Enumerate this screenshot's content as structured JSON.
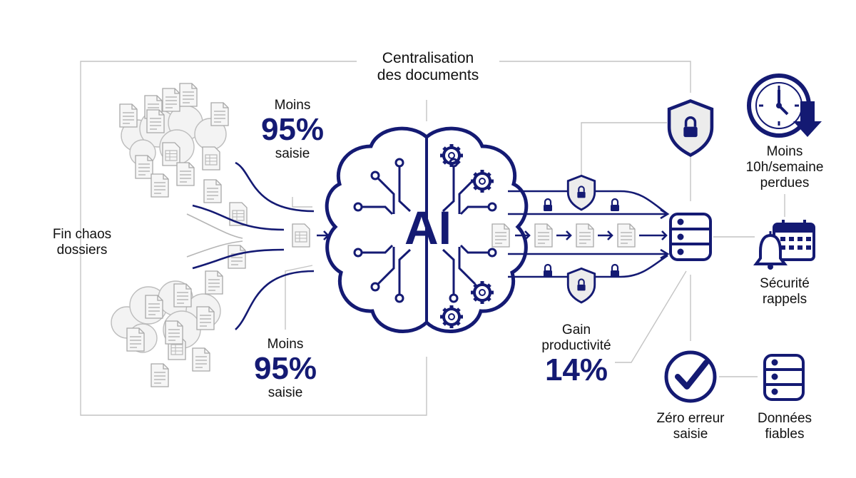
{
  "title": {
    "line1": "Centralisation",
    "line2": "des documents"
  },
  "left_label": {
    "line1": "Fin chaos",
    "line2": "dossiers"
  },
  "stat_top": {
    "prefix": "Moins",
    "value": "95%",
    "suffix": "saisie"
  },
  "stat_bottom": {
    "prefix": "Moins",
    "value": "95%",
    "suffix": "saisie"
  },
  "ai_label": "AI",
  "gain": {
    "line1": "Gain",
    "line2": "productivité",
    "value": "14%"
  },
  "time_saved": {
    "line1": "Moins",
    "line2": "10h/semaine",
    "line3": "perdues"
  },
  "security": {
    "line1": "Sécurité",
    "line2": "rappels"
  },
  "zero_error": {
    "line1": "Zéro erreur",
    "line2": "saisie"
  },
  "reliable_data": {
    "line1": "Données",
    "line2": "fiables"
  },
  "colors": {
    "navy": "#141a73",
    "gray": "#9a9a9a",
    "light": "#e4e4e4"
  },
  "icons": [
    "document-icon",
    "cloud-icon",
    "brain-icon",
    "gear-icon",
    "shield-lock-icon",
    "lock-icon",
    "database-icon",
    "clock-icon",
    "down-arrow-icon",
    "bell-icon",
    "calendar-icon",
    "check-circle-icon"
  ]
}
